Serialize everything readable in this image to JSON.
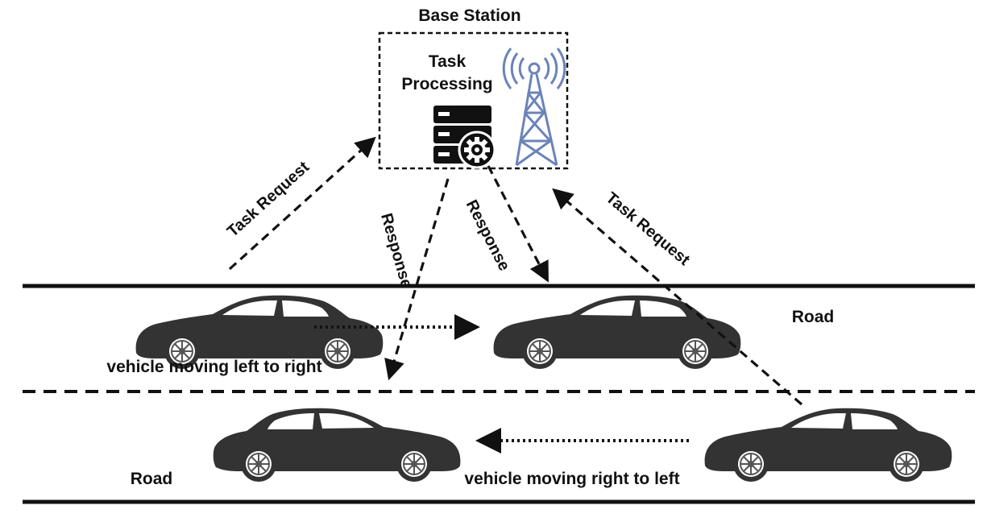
{
  "base_station": {
    "title": "Base Station",
    "task_line1": "Task",
    "task_line2": "Processing"
  },
  "links": {
    "task_request_left": "Task Request",
    "task_request_right": "Task Request",
    "response_left": "Response",
    "response_right": "Response"
  },
  "roads": {
    "upper_label": "Road",
    "lower_label": "Road"
  },
  "vehicles": {
    "upper_caption": "vehicle moving left to right",
    "lower_caption": "vehicle moving right to left"
  },
  "colors": {
    "ink": "#111111",
    "car": "#333333",
    "tower": "#6b84b8"
  },
  "icons": [
    "server-gear-icon",
    "radio-tower-icon",
    "car-icon"
  ]
}
